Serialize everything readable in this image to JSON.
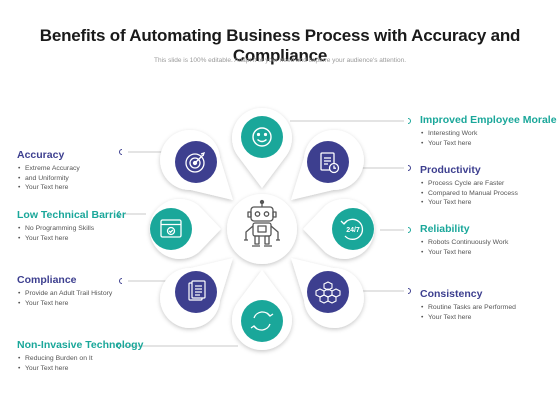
{
  "title": "Benefits of Automating Business Process with Accuracy and Compliance",
  "subtitle": "This slide is 100% editable. Adapt it to your need and capture your audience's attention.",
  "colors": {
    "teal": "#1aa79a",
    "navy": "#3d3f8f",
    "text": "#555555",
    "connector": "#b8b8b8"
  },
  "center_icon": "robot-icon",
  "left_items": [
    {
      "heading": "Accuracy",
      "bullets": [
        "Extreme Accuracy",
        "and Uniformity",
        "Your Text here"
      ],
      "icon": "target-icon",
      "color": "navy"
    },
    {
      "heading": "Low Technical Barrier",
      "bullets": [
        "No Programming  Skills",
        "Your Text here"
      ],
      "icon": "browser-window-icon",
      "color": "teal"
    },
    {
      "heading": "Compliance",
      "bullets": [
        "Provide an Adult Trail History",
        "Your Text here"
      ],
      "icon": "document-list-icon",
      "color": "navy"
    },
    {
      "heading": "Non-Invasive Technology",
      "bullets": [
        "Reducing Burden on It",
        "Your Text here"
      ],
      "icon": "refresh-cycle-icon",
      "color": "teal"
    }
  ],
  "right_items": [
    {
      "heading": "Improved Employee Morale",
      "bullets": [
        "Interesting Work",
        "Your Text here"
      ],
      "icon": "smiley-icon",
      "color": "teal"
    },
    {
      "heading": "Productivity",
      "bullets": [
        "Process Cycle are Faster",
        "Compared to Manual Process",
        "Your Text here"
      ],
      "icon": "report-clock-icon",
      "color": "navy"
    },
    {
      "heading": "Reliability",
      "bullets": [
        "Robots Continuously Work",
        "Your Text here"
      ],
      "icon": "24-7-icon",
      "color": "teal"
    },
    {
      "heading": "Consistency",
      "bullets": [
        "Routine Tasks are Performed",
        "Your Text here"
      ],
      "icon": "hexagon-cluster-icon",
      "color": "navy"
    }
  ],
  "badge_24_7": "24/7"
}
